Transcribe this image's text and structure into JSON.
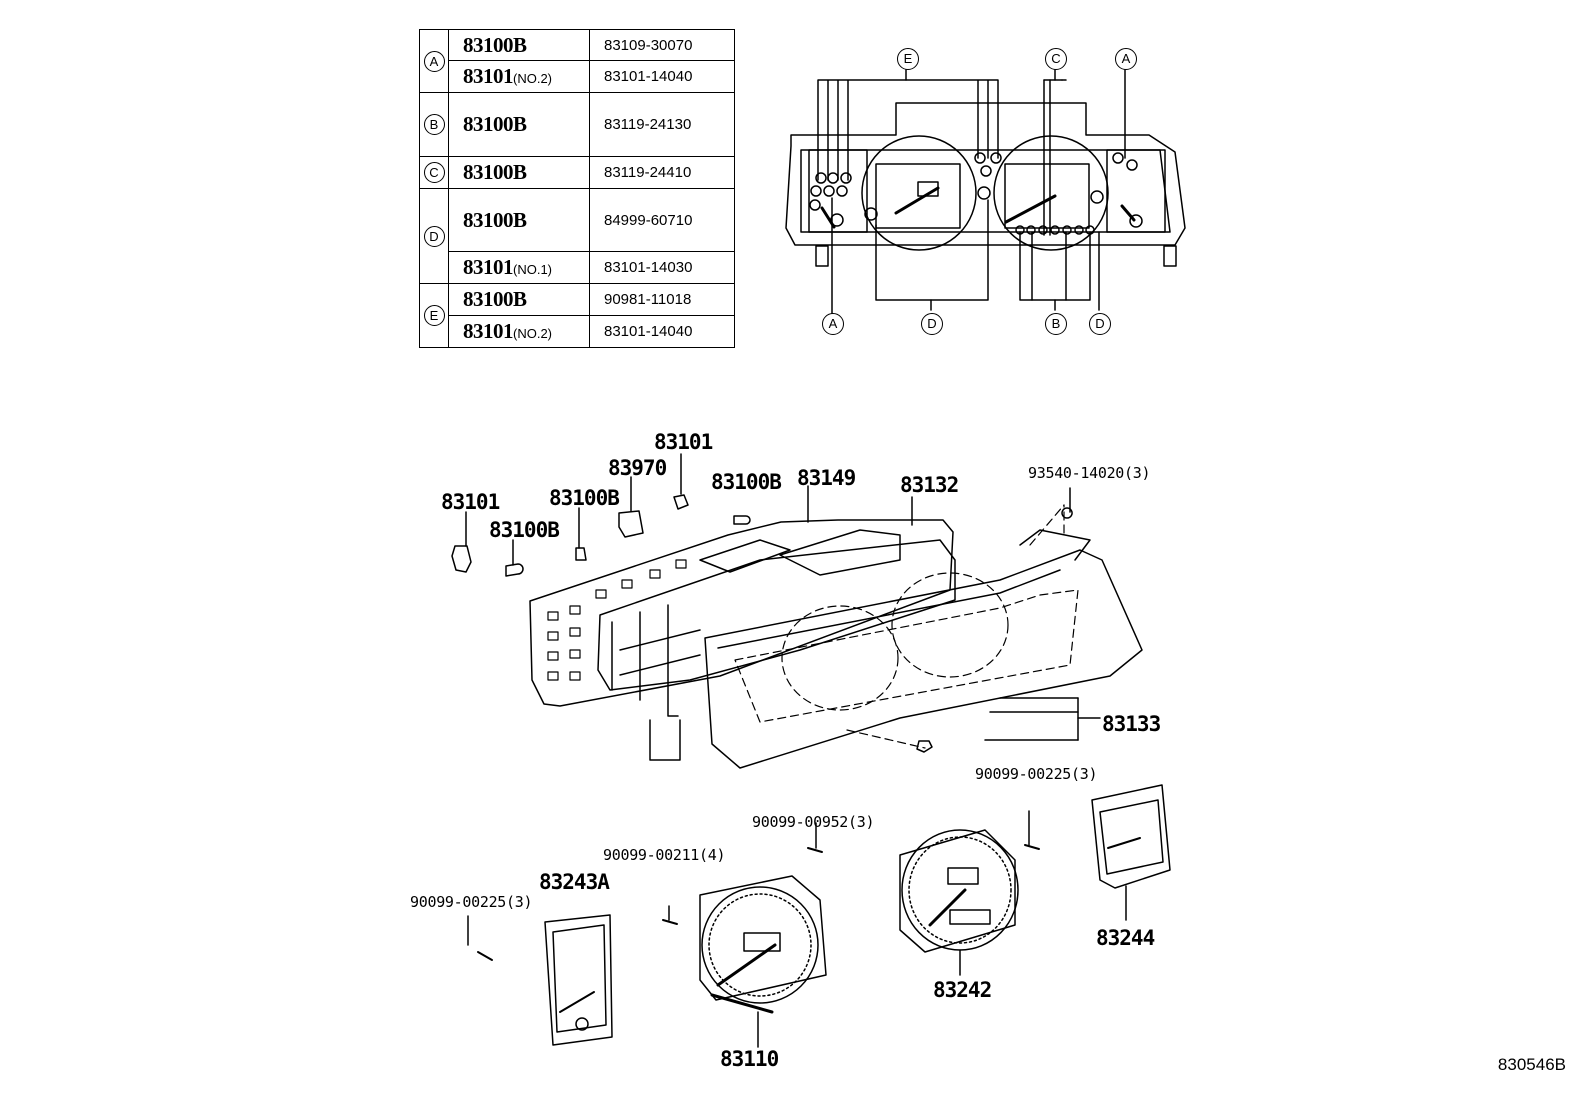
{
  "table": {
    "rows": [
      {
        "group": "A",
        "part": "83100B",
        "num": "83109-30070"
      },
      {
        "group": "",
        "part": "83101",
        "note": "(NO.2)",
        "num": "83101-14040"
      },
      {
        "group": "B",
        "part": "83100B",
        "num": "83119-24130"
      },
      {
        "group": "C",
        "part": "83100B",
        "num": "83119-24410"
      },
      {
        "group": "D",
        "part": "83100B",
        "num": "84999-60710"
      },
      {
        "group": "",
        "part": "83101",
        "note": "(NO.1)",
        "num": "83101-14030"
      },
      {
        "group": "E",
        "part": "83100B",
        "num": "90981-11018"
      },
      {
        "group": "",
        "part": "83101",
        "note": "(NO.2)",
        "num": "83101-14040"
      }
    ]
  },
  "locator": {
    "top_labels": [
      "E",
      "C",
      "A"
    ],
    "bottom_labels": [
      "A",
      "D",
      "B",
      "D"
    ]
  },
  "labels": {
    "p83101_top": "83101",
    "p83970": "83970",
    "p83100B_a": "83100B",
    "p83149": "83149",
    "p83132": "83132",
    "screw_93540": "93540-14020(3)",
    "p83101_left": "83101",
    "p83100B_b": "83100B",
    "p83100B_c": "83100B",
    "p83133": "83133",
    "screw_00225_r": "90099-00225(3)",
    "screw_00952": "90099-00952(3)",
    "screw_00211": "90099-00211(4)",
    "p83243A": "83243A",
    "screw_00225_l": "90099-00225(3)",
    "p83242": "83242",
    "p83244": "83244",
    "p83110": "83110"
  },
  "illustration_code": "830546B"
}
